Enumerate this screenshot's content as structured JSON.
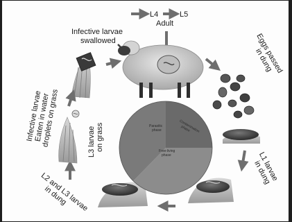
{
  "diagram": {
    "top_progression": [
      "L4",
      "L5"
    ],
    "adult": "Adult",
    "infective_swallowed": [
      "Infective larvae",
      "swallowed"
    ],
    "eggs": [
      "Eggs passed",
      "in dung"
    ],
    "l1": [
      "L1 larvae",
      "in dung"
    ],
    "l2l3": [
      "L2 and L3 larvae",
      "in dung"
    ],
    "l3grass": [
      "L3 larvae",
      "on grass"
    ],
    "infective_water": [
      "Infective larvae",
      "Eaten in water",
      "droplets on grass"
    ],
    "phases": {
      "parasitic": [
        "Parasitic",
        "phase"
      ],
      "contamination": [
        "Contamination",
        "phase"
      ],
      "free_living": [
        "Free-living",
        "phase"
      ]
    },
    "colors": {
      "arrow": "#6e6e6e",
      "parasitic_phase": "#7a7a7a",
      "contamination_phase": "#6a6a6a",
      "free_living_phase": "#8c8c8c"
    }
  }
}
